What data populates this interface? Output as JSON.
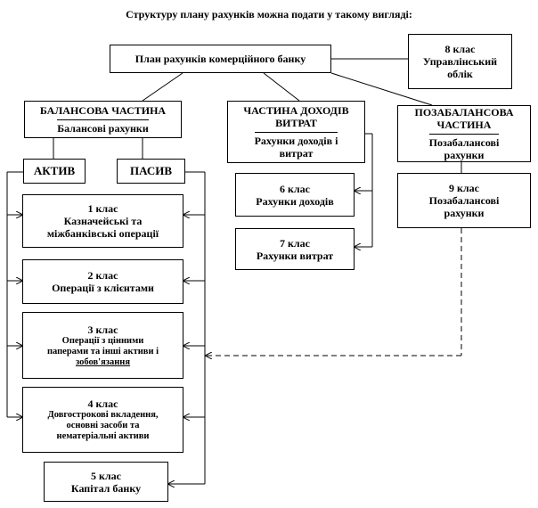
{
  "title": "Структуру плану рахунків можна подати у такому вигляді:",
  "plan": {
    "line1": "План рахунків комерційного банку"
  },
  "class8": {
    "line1": "8 клас",
    "line2": "Управлінський",
    "line3": "облік"
  },
  "balance": {
    "header": "БАЛАНСОВА ЧАСТИНА",
    "sub": "Балансові рахунки"
  },
  "income": {
    "header1": "ЧАСТИНА ДОХОДІВ",
    "header2": "ВИТРАТ",
    "sub1": "Рахунки доходів і",
    "sub2": "витрат"
  },
  "offbalance": {
    "header1": "ПОЗАБАЛАНСОВА",
    "header2": "ЧАСТИНА",
    "sub1": "Позабалансові",
    "sub2": "рахунки"
  },
  "aktiv": {
    "label": "АКТИВ"
  },
  "pasiv": {
    "label": "ПАСИВ"
  },
  "class1": {
    "line1": "1 клас",
    "line2": "Казначейські та",
    "line3": "міжбанківські операції"
  },
  "class2": {
    "line1": "2 клас",
    "line2": "Операції з клієнтами"
  },
  "class3": {
    "line1": "3 клас",
    "line2": "Операції з цінними",
    "line3": "паперами та інші активи і",
    "line4": "зобов'язання"
  },
  "class4": {
    "line1": "4 клас",
    "line2": "Довгострокові вкладення,",
    "line3": "основні засоби та",
    "line4": "нематеріальні активи"
  },
  "class5": {
    "line1": "5 клас",
    "line2": "Капітал банку"
  },
  "class6": {
    "line1": "6 клас",
    "line2": "Рахунки доходів"
  },
  "class7": {
    "line1": "7 клас",
    "line2": "Рахунки витрат"
  },
  "class9": {
    "line1": "9 клас",
    "line2": "Позабалансові",
    "line3": "рахунки"
  }
}
